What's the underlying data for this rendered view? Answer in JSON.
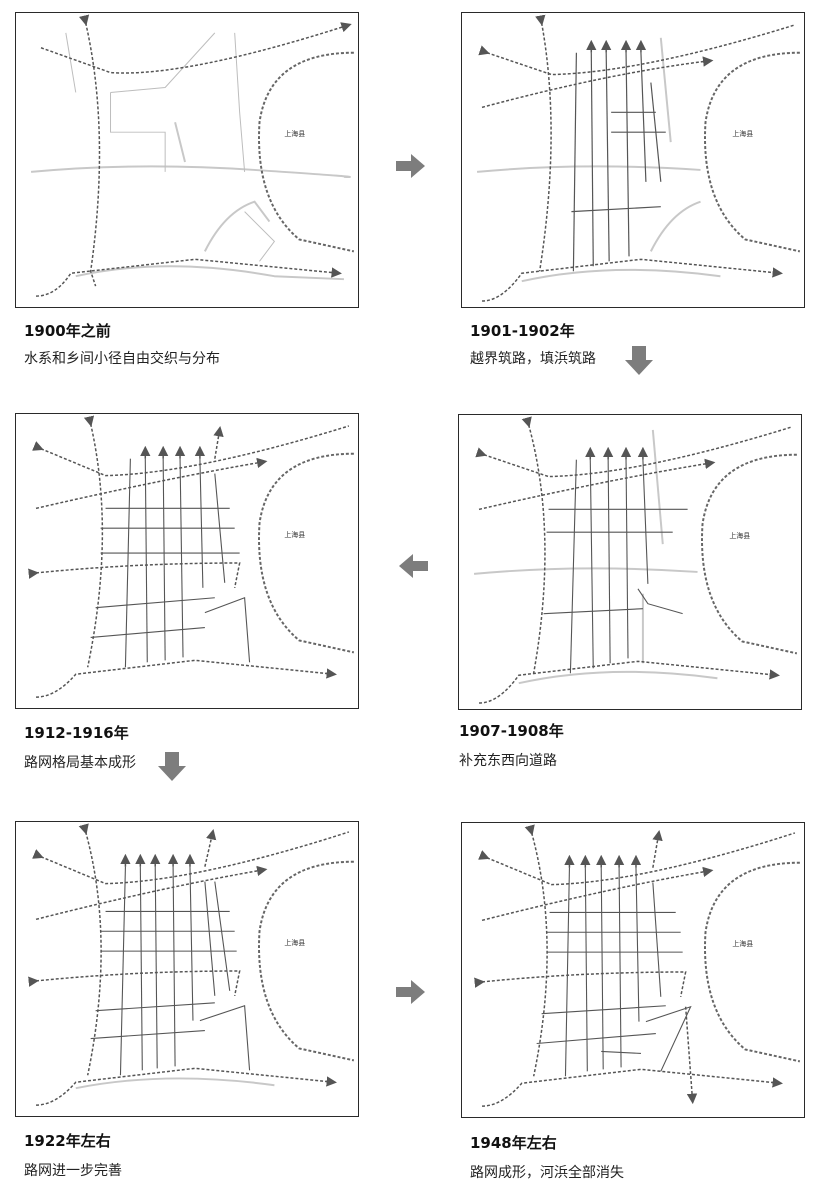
{
  "county_label": "上海县",
  "panels": [
    {
      "year": "1900年之前",
      "desc": "水系和乡间小径自由交织与分布"
    },
    {
      "year": "1901-1902年",
      "desc": "越界筑路，填浜筑路"
    },
    {
      "year": "1907-1908年",
      "desc": "补充东西向道路"
    },
    {
      "year": "1912-1916年",
      "desc": "路网格局基本成形"
    },
    {
      "year": "1922年左右",
      "desc": "路网进一步完善"
    },
    {
      "year": "1948年左右",
      "desc": "路网成形，河浜全部消失"
    }
  ],
  "colors": {
    "road": "#555555",
    "water": "#c8c8c8",
    "arrow": "#7d7d7d",
    "border": "#2a2a2a"
  }
}
